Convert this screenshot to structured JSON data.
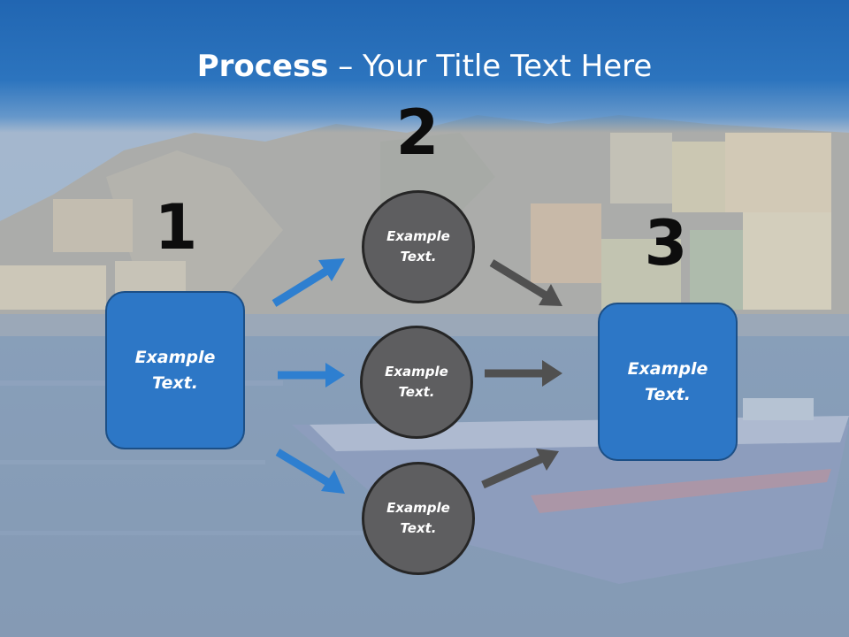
{
  "slide": {
    "title_bold": "Process",
    "title_rest": " – Your Title Text Here"
  },
  "steps": {
    "step1_number": "1",
    "step2_number": "2",
    "step3_number": "3"
  },
  "left_box": {
    "line1": "Example",
    "line2": "Text."
  },
  "right_box": {
    "line1": "Example",
    "line2": "Text."
  },
  "circles": [
    {
      "line1": "Example",
      "line2": "Text."
    },
    {
      "line1": "Example",
      "line2": "Text."
    },
    {
      "line1": "Example",
      "line2": "Text."
    }
  ],
  "colors": {
    "title_bar": "#2166b2",
    "box_fill": "#2d77c6",
    "circle_fill": "#5e5e60",
    "blue_arrow": "#2e7fd0",
    "gray_arrow": "#505050"
  }
}
